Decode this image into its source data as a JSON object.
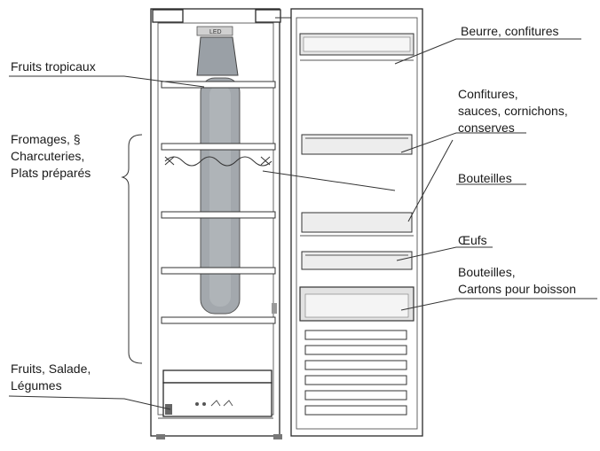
{
  "labels": {
    "fruits_tropicaux": "Fruits tropicaux",
    "fromages_1": "Fromages, §",
    "fromages_2": "Charcuteries,",
    "fromages_3": "Plats préparés",
    "fruits_salade_1": "Fruits, Salade,",
    "fruits_salade_2": "Légumes",
    "beurre": "Beurre, confitures",
    "confitures_1": "Confitures,",
    "confitures_2": "sauces, cornichons,",
    "confitures_3": "conserves",
    "bouteilles": "Bouteilles",
    "oeufs": "Œufs",
    "bouteilles_cartons_1": "Bouteilles,",
    "bouteilles_cartons_2": "Cartons pour boisson"
  },
  "fridge": {
    "light_label": "LED",
    "illustration": "open-refrigerator-line-drawing"
  }
}
